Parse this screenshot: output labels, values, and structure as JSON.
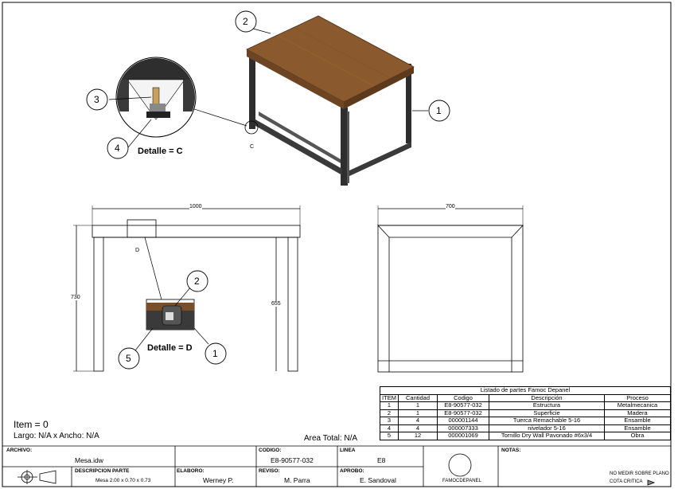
{
  "callouts": {
    "c1": "1",
    "c2": "2",
    "c3": "3",
    "c4": "4",
    "c2b": "2",
    "c5": "5",
    "c1b": "1"
  },
  "detail_c_label": "Detalle = C",
  "detail_c_mark": "C",
  "detail_d_label": "Detalle = D",
  "detail_d_mark": "D",
  "dimensions": {
    "front_width": "1000",
    "front_height": "730",
    "inner_height": "655",
    "side_width": "700"
  },
  "item_text": "Item = 0",
  "size_text": "Largo: N/A x Ancho: N/A",
  "area_text": "Area Total: N/A",
  "bom": {
    "title": "Listado de partes Famoc Depanel",
    "headers": [
      "ITEM",
      "Cantidad",
      "Codigo",
      "Descripción",
      "Proceso"
    ],
    "rows": [
      [
        "1",
        "1",
        "E8-90577-032",
        "Estructura",
        "Metalmecanica"
      ],
      [
        "2",
        "1",
        "E8-90577-032",
        "Superficie",
        "Madera"
      ],
      [
        "3",
        "4",
        "000001144",
        "Tuerca Remachable 5-16",
        "Ensamble"
      ],
      [
        "4",
        "4",
        "000007333",
        "nivelador 5-16",
        "Ensamble"
      ],
      [
        "5",
        "12",
        "000001069",
        "Tornillo Dry Wall Pavonado #6x3/4",
        "Obra"
      ]
    ]
  },
  "title_block": {
    "archivo_label": "ARCHIVO:",
    "archivo_value": "Mesa.idw",
    "codigo_label": "CODIGO:",
    "codigo_value": "E8-90577-032",
    "linea_label": "LINEA",
    "linea_value": "E8",
    "notas_label": "NOTAS:",
    "descripcion_label": "DESCRIPCION PARTE",
    "descripcion_value": "Mesa 2.00 x 0.70 x 0.73",
    "elaboro_label": "ELABORO:",
    "elaboro_value": "Werney P.",
    "reviso_label": "REVISO:",
    "reviso_value": "M. Parra",
    "aprobo_label": "APROBO:",
    "aprobo_value": "E. Sandoval",
    "logo_text": "FAMOCDEPANEL",
    "note1": "NO MEDIR SOBRE PLANO",
    "note2": "COTA CRITICA"
  },
  "colors": {
    "wood": "#8a5a2e",
    "wood_dark": "#6e4522",
    "steel": "#2e2e2e",
    "line": "#000000"
  }
}
